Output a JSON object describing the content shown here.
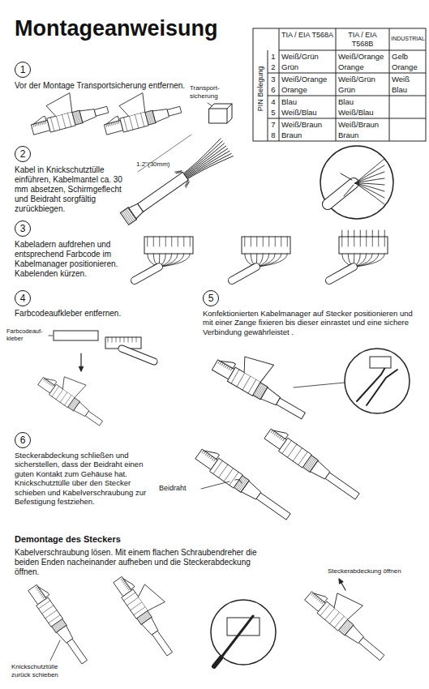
{
  "diagram": {
    "title": "Montageanweisung",
    "nodes": [
      {
        "text": [
          "1"
        ]
      },
      {
        "text": [
          "2"
        ]
      },
      {
        "text": [
          "3"
        ]
      },
      {
        "text": [
          "4"
        ]
      },
      {
        "text": [
          "5"
        ]
      },
      {
        "text": [
          "6"
        ]
      }
    ],
    "labels": [
      "TIA / EIA T568A",
      "TIA / EIA T568B",
      "INDUSTRIAL",
      "PIN Belegung",
      "1",
      "Weiß/Grün",
      "Weiß/Orange",
      "Gelb",
      "2",
      "Grün",
      "Orange",
      "Orange",
      "3",
      "Weiß/Orange",
      "Weiß/Grün",
      "Weiß",
      "6",
      "Orange",
      "Grün",
      "Blau",
      "4",
      "Blau",
      "Blau",
      "5",
      "Weiß/Blau",
      "Weiß/Blau",
      "7",
      "Weiß/Braun",
      "Weiß/Braun",
      "8",
      "Braun",
      "Braun",
      "Vor der Montage Transportsicherung entfernen.",
      "Transport- sicherung",
      "Kabel in Knickschutztülle einführen, Kabelmantel ca. 30 mm absetzen, Schirmgeflecht und Beidraht sorgfältig zurückbiegen.",
      "1.2\"(30mm)",
      "Kabeladern aufdrehen und entsprechend Farbcode im Kabelmanager positionieren. Kabelenden kürzen.",
      "Farbcodeaufkleber entfernen.",
      "Farbcodeauf- kleber",
      "Konfektionierten Kabelmanager auf Stecker positionieren und mit einer Zange fixieren bis dieser einrastet und eine sichere Verbindung gewährleistet .",
      "Steckerabdeckung schließen und sicherstellen, dass der Beidraht einen guten Kontakt zum Gehäuse hat. Knickschutztülle über den Stecker schieben und Kabelverschraubung zur Befestigung festziehen.",
      "Beidraht",
      "Demontage des Steckers",
      "Kabelverschraubung lösen. Mit einem flachen Schraubendreher die beiden Enden nacheinander aufheben und die Steckerabdeckung öffnen.",
      "Steckerabdeckung öffnen",
      "Knickschutztülle zurück schieben"
    ]
  }
}
